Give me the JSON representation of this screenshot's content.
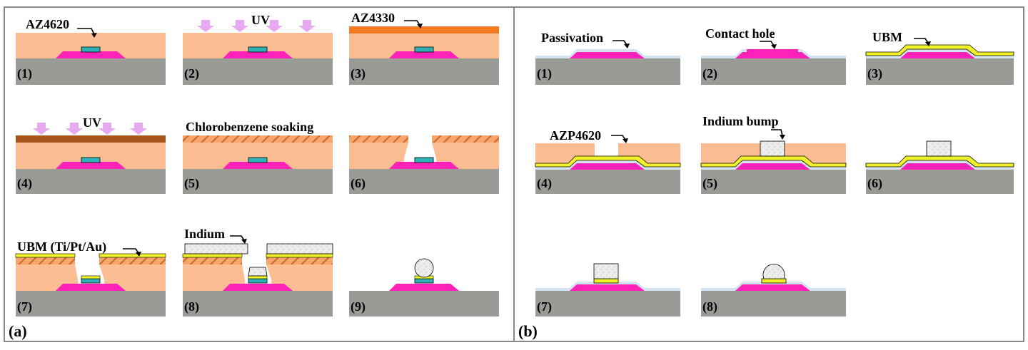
{
  "panels": {
    "a": {
      "label": "(a)",
      "steps": [
        {
          "num": "(1)",
          "annotation": "AZ4620"
        },
        {
          "num": "(2)",
          "annotation": "UV"
        },
        {
          "num": "(3)",
          "annotation": "AZ4330"
        },
        {
          "num": "(4)",
          "annotation": "UV"
        },
        {
          "num": "(5)",
          "annotation": "Chlorobenzene soaking"
        },
        {
          "num": "(6)",
          "annotation": ""
        },
        {
          "num": "(7)",
          "annotation": "UBM (Ti/Pt/Au)"
        },
        {
          "num": "(8)",
          "annotation": "Indium"
        },
        {
          "num": "(9)",
          "annotation": ""
        }
      ]
    },
    "b": {
      "label": "(b)",
      "steps": [
        {
          "num": "(1)",
          "annotation": "Passivation"
        },
        {
          "num": "(2)",
          "annotation": "Contact hole"
        },
        {
          "num": "(3)",
          "annotation": "UBM"
        },
        {
          "num": "(4)",
          "annotation": "AZP4620"
        },
        {
          "num": "(5)",
          "annotation": "Indium bump"
        },
        {
          "num": "(6)",
          "annotation": ""
        },
        {
          "num": "(7)",
          "annotation": ""
        },
        {
          "num": "(8)",
          "annotation": ""
        }
      ]
    }
  },
  "colors": {
    "substrate": "#999b97",
    "resist": "#fbbd91",
    "mesa": "#ff22b8",
    "pad": "#2fb3b8",
    "az4330": "#f47a21",
    "exposed": "#a4561a",
    "hatch": "#d4743a",
    "ubm": "#f2f22a",
    "passivation": "#d3e3ef",
    "indium": "#e6e6e6",
    "uv_arrow": "#e6a9ee"
  }
}
